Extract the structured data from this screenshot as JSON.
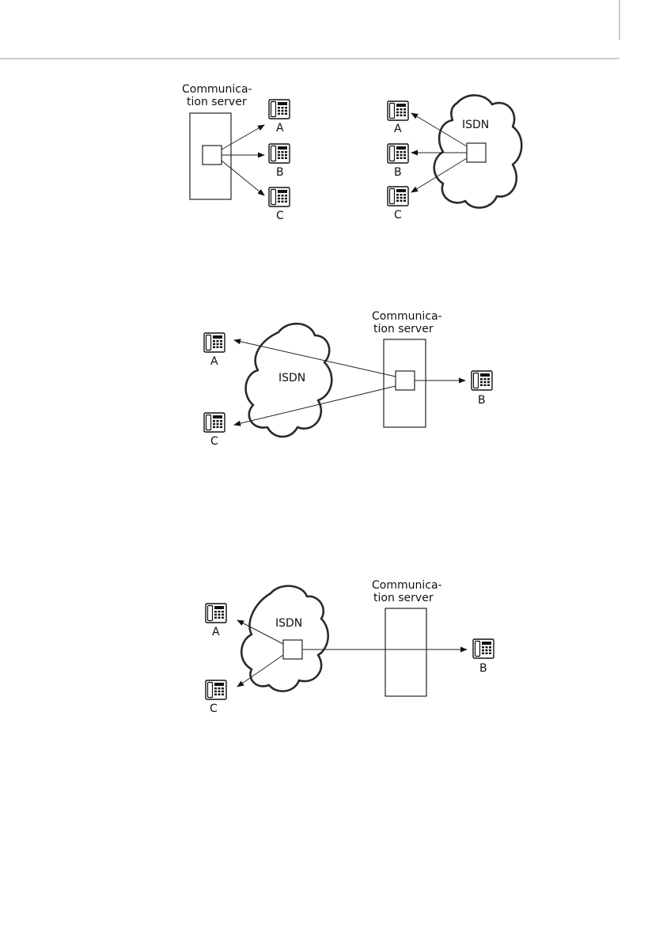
{
  "figure1": {
    "local": {
      "server_label_line1": "Communica-",
      "server_label_line2": "tion server",
      "phones": [
        "A",
        "B",
        "C"
      ]
    },
    "isdn": {
      "network_label": "ISDN",
      "phones": [
        "A",
        "B",
        "C"
      ]
    }
  },
  "figure2": {
    "network_label": "ISDN",
    "server_label_line1": "Communica-",
    "server_label_line2": "tion server",
    "phones": [
      "A",
      "C",
      "B"
    ]
  },
  "figure3": {
    "network_label": "ISDN",
    "server_label_line1": "Communica-",
    "server_label_line2": "tion server",
    "phones": [
      "A",
      "C",
      "B"
    ]
  }
}
